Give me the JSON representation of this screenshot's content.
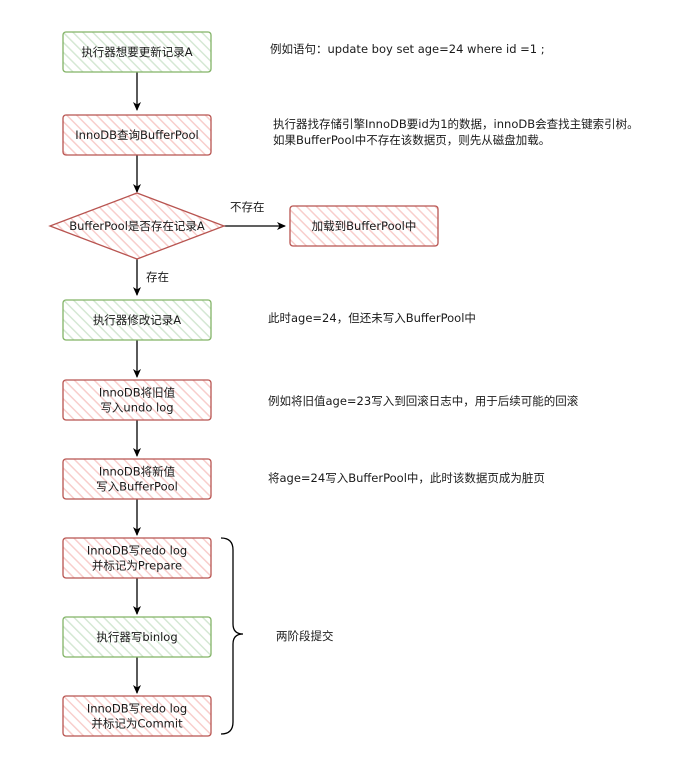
{
  "colors": {
    "green_fill": "#d5e8d4",
    "green_stroke": "#82b366",
    "red_fill": "#f8cecc",
    "red_stroke": "#b85450",
    "arrow": "#000000"
  },
  "nodes": {
    "step1": {
      "lines": [
        "执行器想要更新记录A"
      ],
      "color": "green",
      "shape": "rect"
    },
    "step2": {
      "lines": [
        "InnoDB查询BufferPool"
      ],
      "color": "red",
      "shape": "rect"
    },
    "decision": {
      "lines": [
        "BufferPool是否存在记录A"
      ],
      "color": "red",
      "shape": "diamond"
    },
    "load": {
      "lines": [
        "加载到BufferPool中"
      ],
      "color": "red",
      "shape": "rect"
    },
    "step3": {
      "lines": [
        "执行器修改记录A"
      ],
      "color": "green",
      "shape": "rect"
    },
    "step4": {
      "lines": [
        "InnoDB将旧值",
        "写入undo log"
      ],
      "color": "red",
      "shape": "rect"
    },
    "step5": {
      "lines": [
        "InnoDB将新值",
        "写入BufferPool"
      ],
      "color": "red",
      "shape": "rect"
    },
    "step6": {
      "lines": [
        "InnoDB写redo log",
        "并标记为Prepare"
      ],
      "color": "red",
      "shape": "rect"
    },
    "step7": {
      "lines": [
        "执行器写binlog"
      ],
      "color": "green",
      "shape": "rect"
    },
    "step8": {
      "lines": [
        "InnoDB写redo log",
        "并标记为Commit"
      ],
      "color": "red",
      "shape": "rect"
    }
  },
  "edge_labels": {
    "not_exist": "不存在",
    "exist": "存在"
  },
  "notes": {
    "note1": [
      "例如语句：update boy set age=24 where id =1 ;"
    ],
    "note2": [
      "执行器找存储引擎InnoDB要id为1的数据，innoDB会查找主键索引树。",
      "如果BufferPool中不存在该数据页，则先从磁盘加载。"
    ],
    "note3": [
      "此时age=24，但还未写入BufferPool中"
    ],
    "note4": [
      "例如将旧值age=23写入到回滚日志中，用于后续可能的回滚"
    ],
    "note5": [
      "将age=24写入BufferPool中，此时该数据页成为脏页"
    ],
    "two_phase": [
      "两阶段提交"
    ]
  }
}
